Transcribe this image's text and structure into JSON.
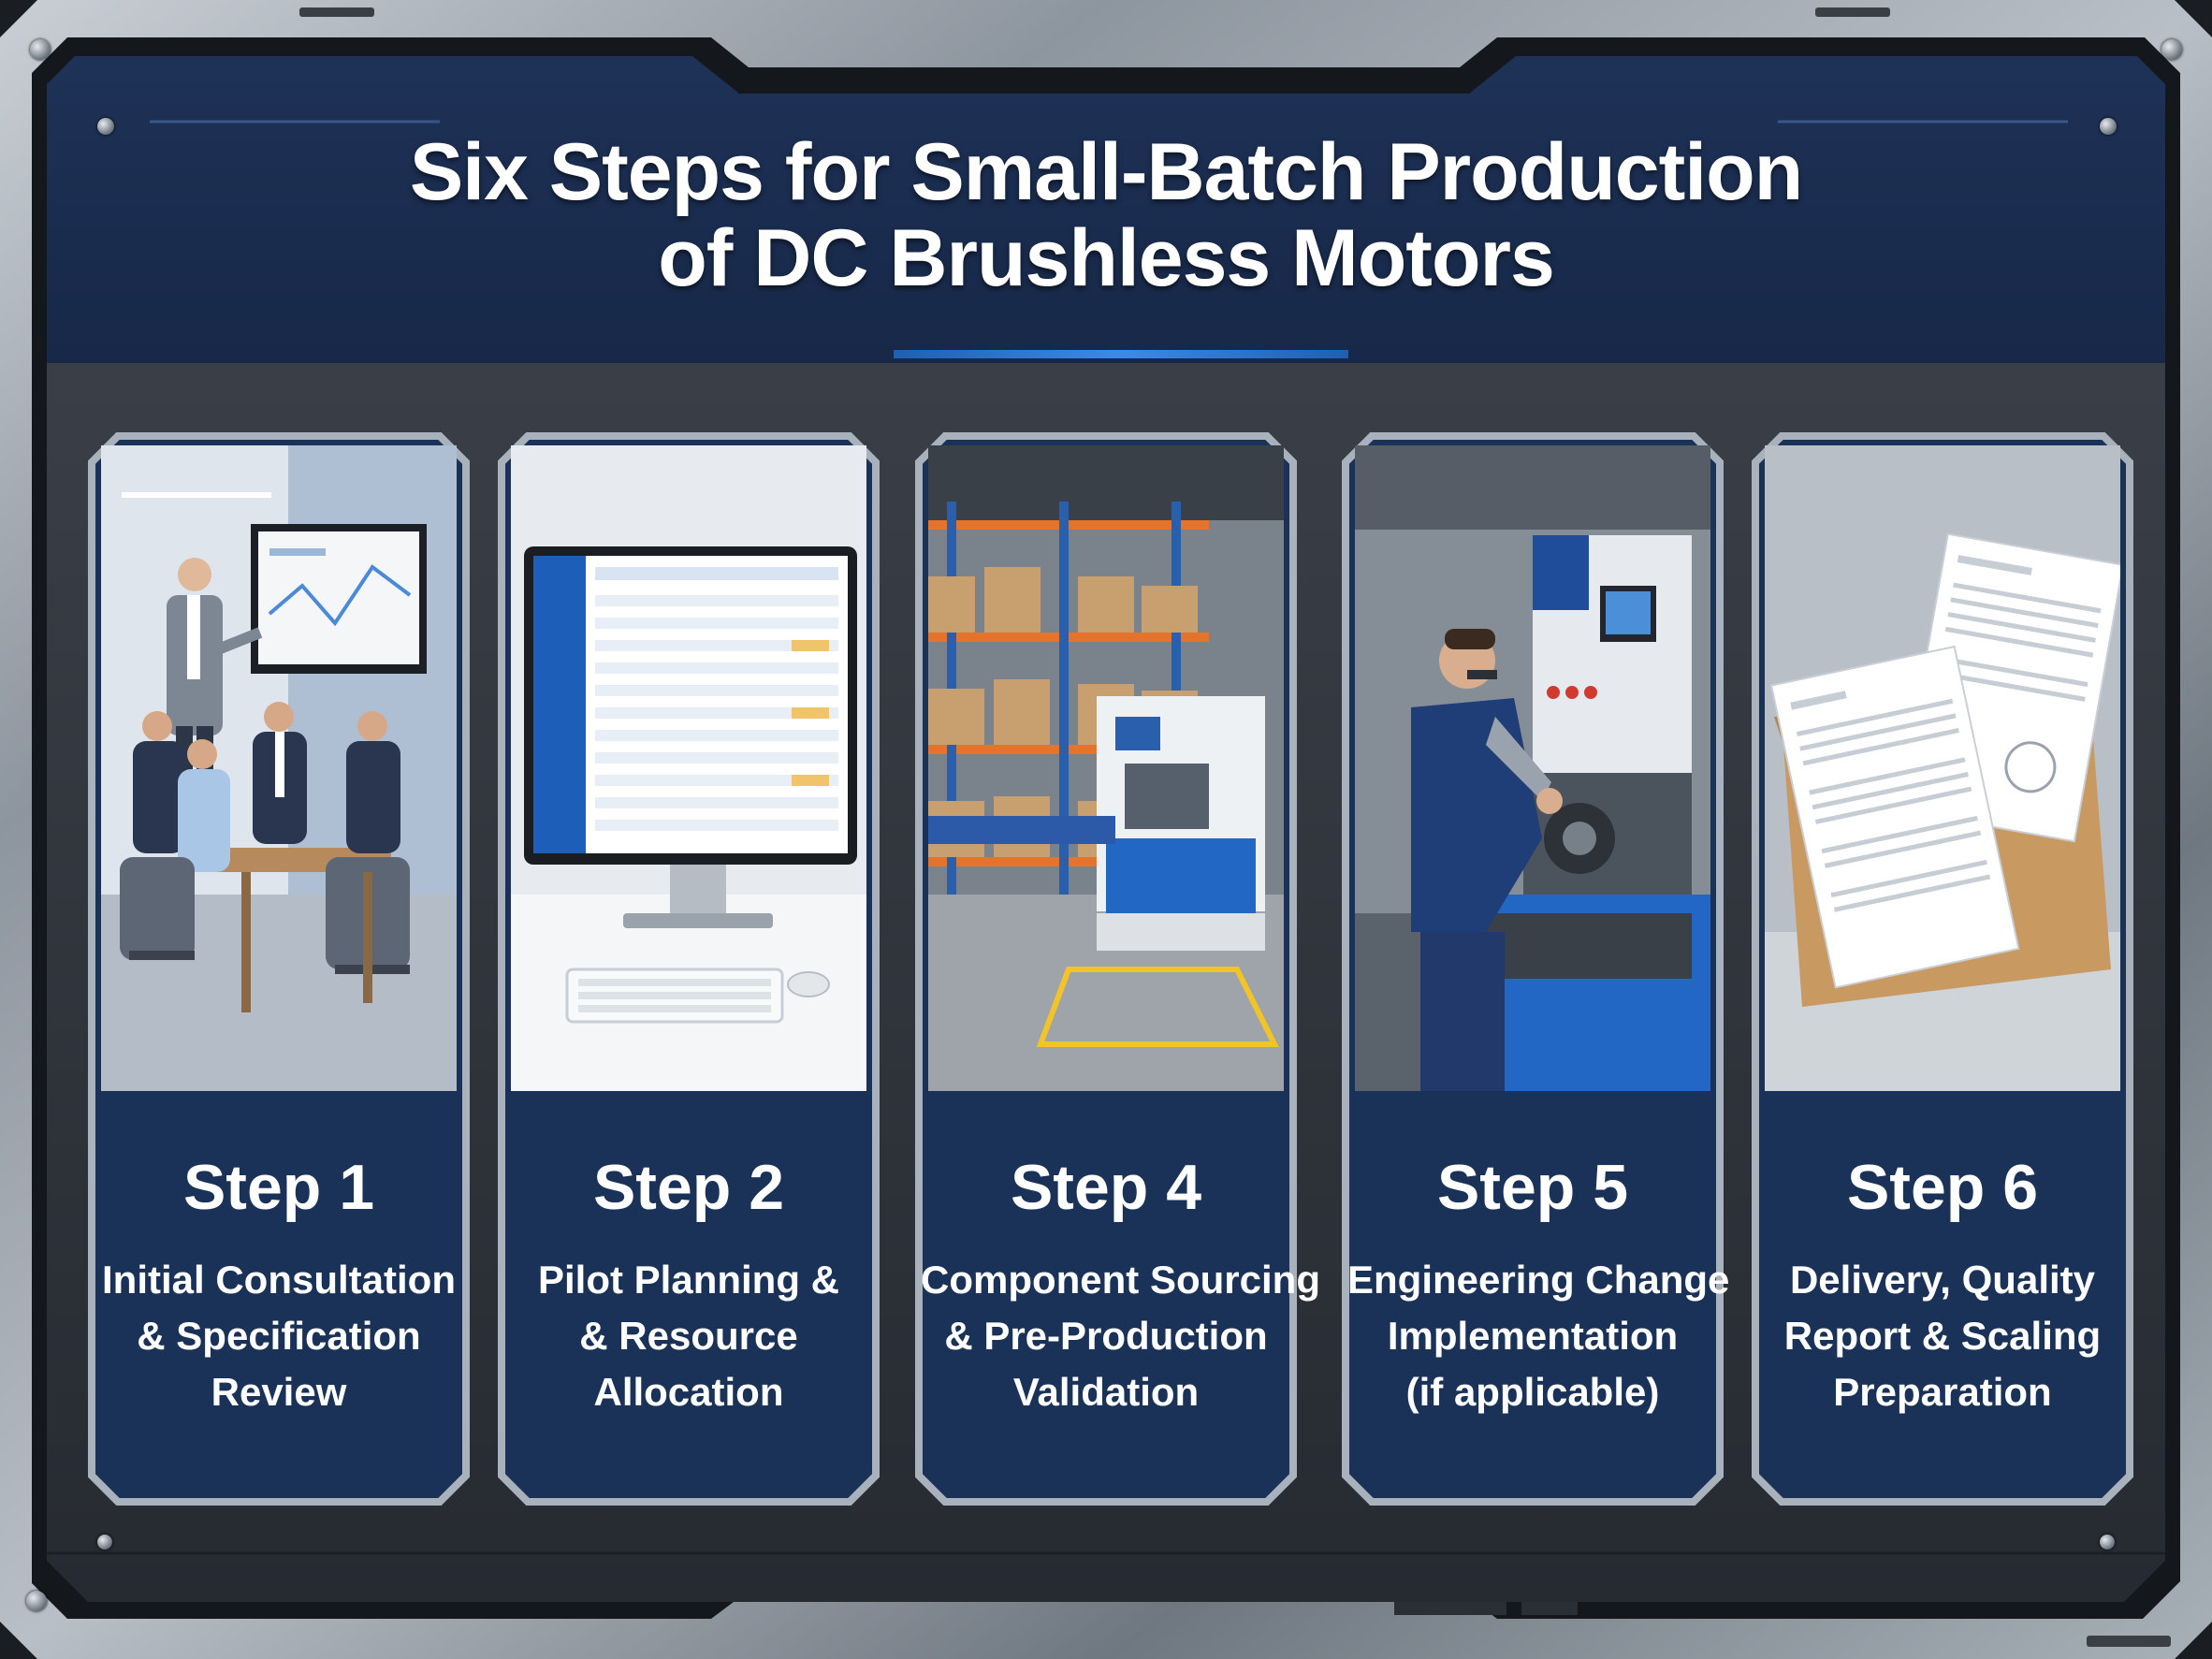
{
  "title": {
    "line1": "Six Steps for Small-Batch Production",
    "line2": "of DC Brushless Motors"
  },
  "colors": {
    "frame_metal": "#8e969f",
    "panel_navy": "#1a2d4f",
    "panel_dark": "#2a2f37",
    "card_navy": "#1b3258",
    "accent_blue": "#2f7ad6"
  },
  "steps": [
    {
      "title": "Step 1",
      "lines": [
        "Initial Consultation",
        "& Specification",
        "Review"
      ],
      "image": "meeting-scene"
    },
    {
      "title": "Step 2",
      "lines": [
        "Pilot Planning &",
        "& Resource",
        "Allocation"
      ],
      "image": "computer-monitor-scene"
    },
    {
      "title": "Step 4",
      "lines": [
        "Component Sourcing",
        "& Pre-Production",
        "Validation"
      ],
      "image": "warehouse-machine-scene"
    },
    {
      "title": "Step 5",
      "lines": [
        "Engineering Change",
        "Implementation",
        "(if applicable)"
      ],
      "image": "technician-machine-scene"
    },
    {
      "title": "Step 6",
      "lines": [
        "Delivery, Quality",
        "Report & Scaling",
        "Preparation"
      ],
      "image": "documents-box-scene"
    }
  ]
}
